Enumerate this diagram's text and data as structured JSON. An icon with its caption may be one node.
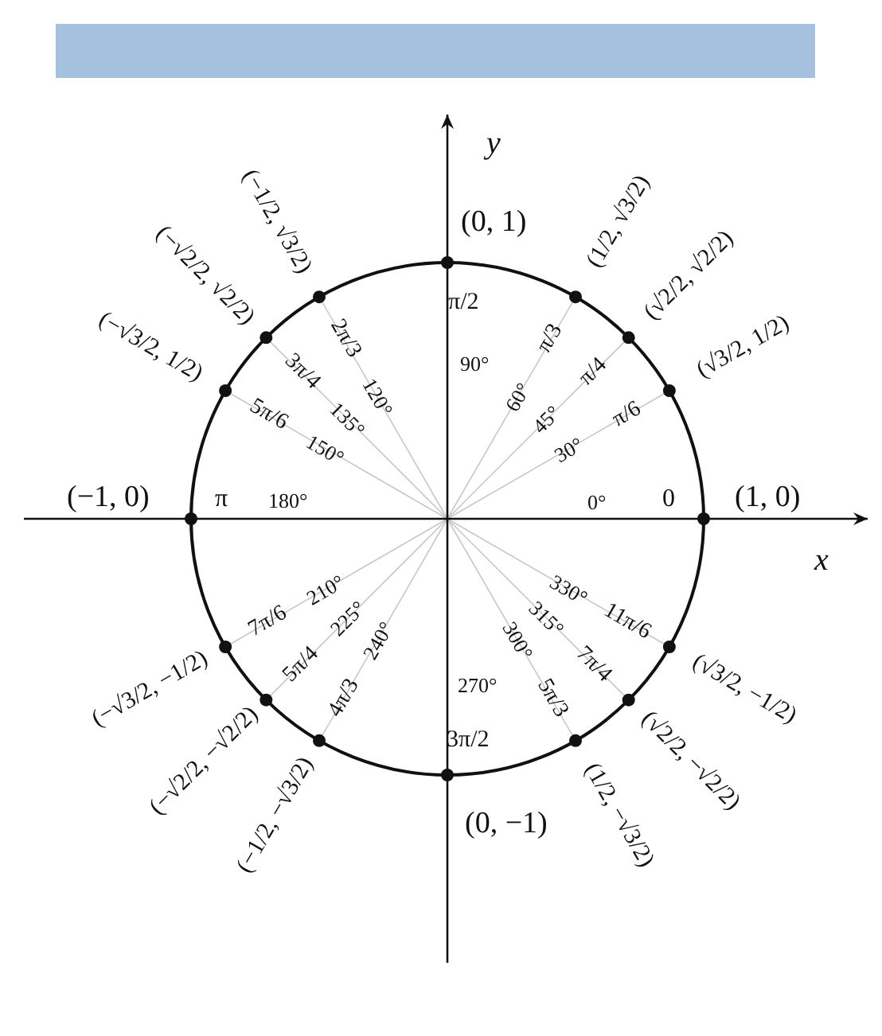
{
  "diagram": {
    "labels": [
      "y",
      "(0, 1)",
      "π/2",
      "90°",
      "(−1/2, √3/2)",
      "(−√2/2, √2/2)",
      "(−√3/2, 1/2)",
      "2π/3",
      "3π/4",
      "5π/6",
      "120°",
      "135°",
      "150°",
      "(1/2, √3/2)",
      "(√2/2, √2/2)",
      "(√3/2, 1/2)",
      "π/3",
      "π/4",
      "π/6",
      "60°",
      "45°",
      "30°",
      "(−1, 0)",
      "π",
      "180°",
      "0°",
      "0",
      "(1, 0)",
      "x",
      "7π/6",
      "5π/4",
      "4π/3",
      "210°",
      "225°",
      "240°",
      "(−√3/2, −1/2)",
      "(−√2/2, −√2/2)",
      "(−1/2, −√3/2)",
      "330°",
      "315°",
      "300°",
      "11π/6",
      "7π/4",
      "5π/3",
      "(√3/2, −1/2)",
      "(√2/2, −√2/2)",
      "(1/2, −√3/2)",
      "270°",
      "3π/2",
      "(0, −1)"
    ]
  }
}
